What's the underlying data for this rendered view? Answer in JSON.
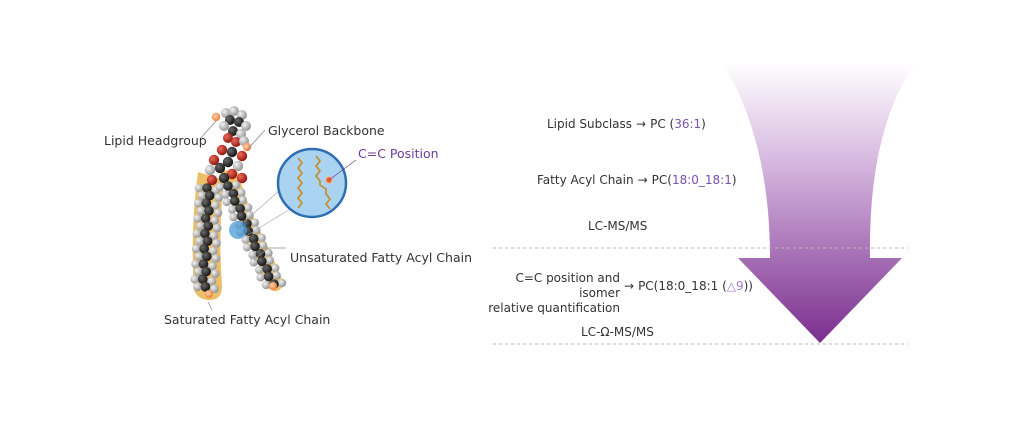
{
  "colors": {
    "purple_text": "#6a3d9a",
    "purple_arrow": "#7b2e8e",
    "fat_chain": "#e8b44a",
    "oxygen": "#c4261c",
    "carbon": "#2a2a2a",
    "hydrogen": "#b8b8b8",
    "inset_fill": "#a9d3f0",
    "inset_stroke": "#2f6fb0"
  },
  "molecule": {
    "lipid_headgroup": "Lipid Headgroup",
    "glycerol_backbone": "Glycerol Backbone",
    "cc_position": "C=C Position",
    "unsaturated_chain": "Unsaturated Fatty Acyl Chain",
    "saturated_chain": "Saturated Fatty Acyl Chain"
  },
  "levels": {
    "subclass": {
      "label": "Lipid Subclass",
      "arrow": "→",
      "value_prefix": "PC (",
      "value_highlight": "36:1",
      "value_suffix": ")"
    },
    "fatty_acyl": {
      "label": "Fatty Acyl Chain",
      "arrow": "→",
      "value_prefix": "PC(",
      "value_highlight": "18:0_18:1",
      "value_suffix": ")"
    },
    "method1": "LC-MS/MS",
    "cc_isomer": {
      "label_line1": "C=C position and isomer",
      "label_line2": "relative quantification",
      "arrow": "→",
      "value_prefix": "PC(18:0_18:1 (",
      "value_highlight": "△9",
      "value_suffix": "))"
    },
    "method2": "LC-Ω-MS/MS"
  },
  "icons": {
    "big_arrow": "down-arrow-gradient-icon",
    "inset": "magnifier-circle-icon"
  }
}
